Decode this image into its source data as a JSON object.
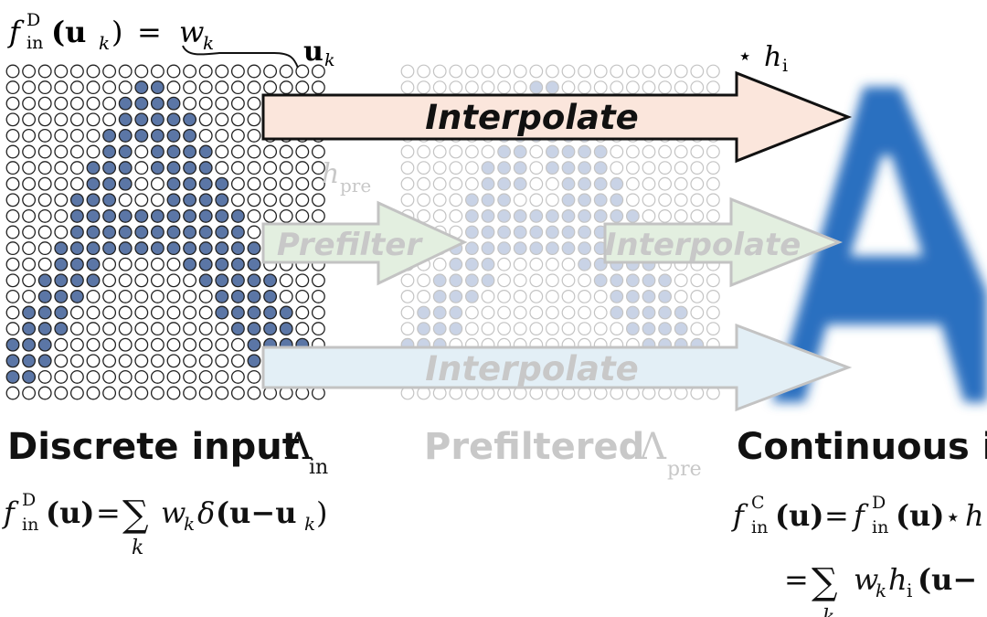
{
  "top_formula": {
    "f": "f",
    "sup": "D",
    "sub": "in",
    "arg": "(u",
    "arg_sub": "k",
    "arg_close": ")",
    "eq": "=",
    "w": "w",
    "w_sub": "k"
  },
  "uk_label": {
    "u": "u",
    "sub": "k"
  },
  "star_hi": {
    "star": "⋆",
    "h": "h",
    "sub": "i"
  },
  "hpre_label": {
    "h": "h",
    "sub": "pre"
  },
  "arrows": {
    "interpolate_top": "Interpolate",
    "prefilter": "Prefilter",
    "interpolate_middle": "Interpolate",
    "interpolate_bottom": "Interpolate"
  },
  "headings": {
    "discrete": {
      "text": "Discrete input",
      "lambda": "Λ",
      "sub": "in"
    },
    "prefiltered": {
      "text": "Prefiltered",
      "lambda": "Λ",
      "sub": "pre"
    },
    "continuous": {
      "text": "Continuous in"
    }
  },
  "formula_discrete": {
    "f": "f",
    "sup": "D",
    "sub": "in",
    "arg": "(u)",
    "eq": "=",
    "sum": "∑",
    "sum_sub": "k",
    "w": "w",
    "w_sub": "k",
    "delta": "δ",
    "rest": "(u−u",
    "rest_sub": "k",
    "close": ")"
  },
  "formula_continuous": {
    "f": "f",
    "sup": "C",
    "sub": "in",
    "arg": "(u)",
    "eq": "=",
    "f2": "f",
    "sup2": "D",
    "sub2": "in",
    "arg2": "(u)",
    "star": "⋆",
    "h": "h",
    "line2_eq": "=",
    "sum": "∑",
    "sum_sub": "k",
    "w": "w",
    "w_sub": "k",
    "h2": "h",
    "h2_sub": "i",
    "rest": "(u−"
  },
  "colors": {
    "dot_filled": "#5b76a6",
    "dot_faded": "#c9d3e6",
    "arrow_top": "#fbe6dc",
    "arrow_green": "#e3efe0",
    "arrow_blue": "#e3eff6",
    "letter_blue": "#2b6fc0",
    "gray_text": "#c8c8c8"
  },
  "grid_pattern": [
    "00000000000000000000",
    "00000000110000000000",
    "00000001111000000000",
    "00000001111100000000",
    "00000011111100000000",
    "00000011011110000000",
    "00000111011110000000",
    "00000111001111000000",
    "00001110001111000000",
    "00001111111111100000",
    "00001111111111100000",
    "00011111111111110000",
    "00011100000111110000",
    "00111100000011111000",
    "00111000000001111000",
    "01110000000001111100",
    "01110000000000111100",
    "11100000000000011110",
    "11100000000000011110",
    "11000000000000001110",
    "00000000000000000000"
  ]
}
